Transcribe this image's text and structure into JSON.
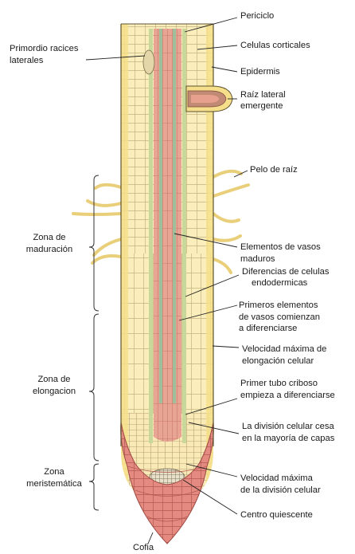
{
  "labels": {
    "periciclo": "Periciclo",
    "celulas_corticales": "Celulas corticales",
    "epidermis": "Epidermis",
    "raiz_lateral_1": "Raíz lateral",
    "raiz_lateral_2": "emergente",
    "primordio_1": "Primordio racices",
    "primordio_2": "laterales",
    "pelo_raiz": "Pelo de raíz",
    "zona_maduracion_1": "Zona de",
    "zona_maduracion_2": "maduración",
    "elementos_vasos_1": "Elementos de vasos",
    "elementos_vasos_2": "maduros",
    "diferencias_1": "Diferencias de celulas",
    "diferencias_2": "endodermicas",
    "primeros_1": "Primeros elementos",
    "primeros_2": "de vasos comienzan",
    "primeros_3": "a diferenciarse",
    "zona_elongacion_1": "Zona de",
    "zona_elongacion_2": "elongacion",
    "velocidad_elong_1": "Velocidad máxima de",
    "velocidad_elong_2": "elongación celular",
    "tubo_criboso_1": "Primer tubo criboso",
    "tubo_criboso_2": "empieza a diferenciarse",
    "division_cesa_1": "La división celular cesa",
    "division_cesa_2": "en la mayoría de capas",
    "zona_meristematica_1": "Zona",
    "zona_meristematica_2": "meristemática",
    "velocidad_div_1": "Velocidad máxima",
    "velocidad_div_2": "de la división celular",
    "centro_quiescente": "Centro quiescente",
    "cofia": "Cofia"
  },
  "colors": {
    "cortex": "#fbeebd",
    "cortex_cell_line": "#b9a878",
    "epidermis": "#f6df8a",
    "pericycle": "#c8d79a",
    "vascular": "#e9a594",
    "vessel": "#9fbf9a",
    "root_cap": "#e58a80",
    "root_cap_line": "#b25a52",
    "outline": "#5c5330"
  }
}
